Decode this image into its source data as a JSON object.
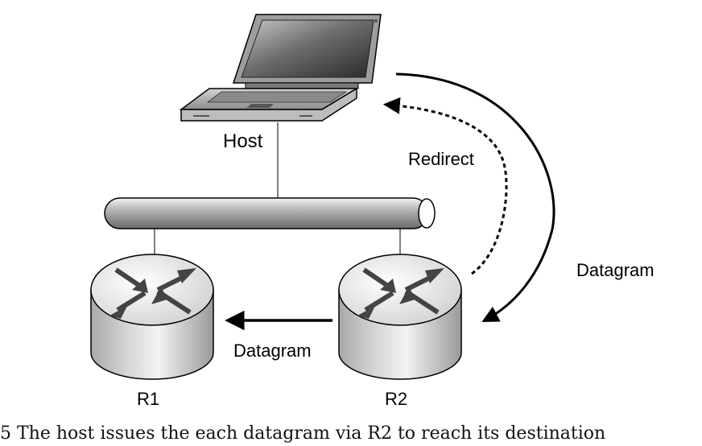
{
  "labels": {
    "host": "Host",
    "redirect": "Redirect",
    "datagram_right": "Datagram",
    "datagram_bottom": "Datagram",
    "router1": "R1",
    "router2": "R2"
  },
  "caption": "5   The host issues the each datagram via R2 to reach its destination"
}
